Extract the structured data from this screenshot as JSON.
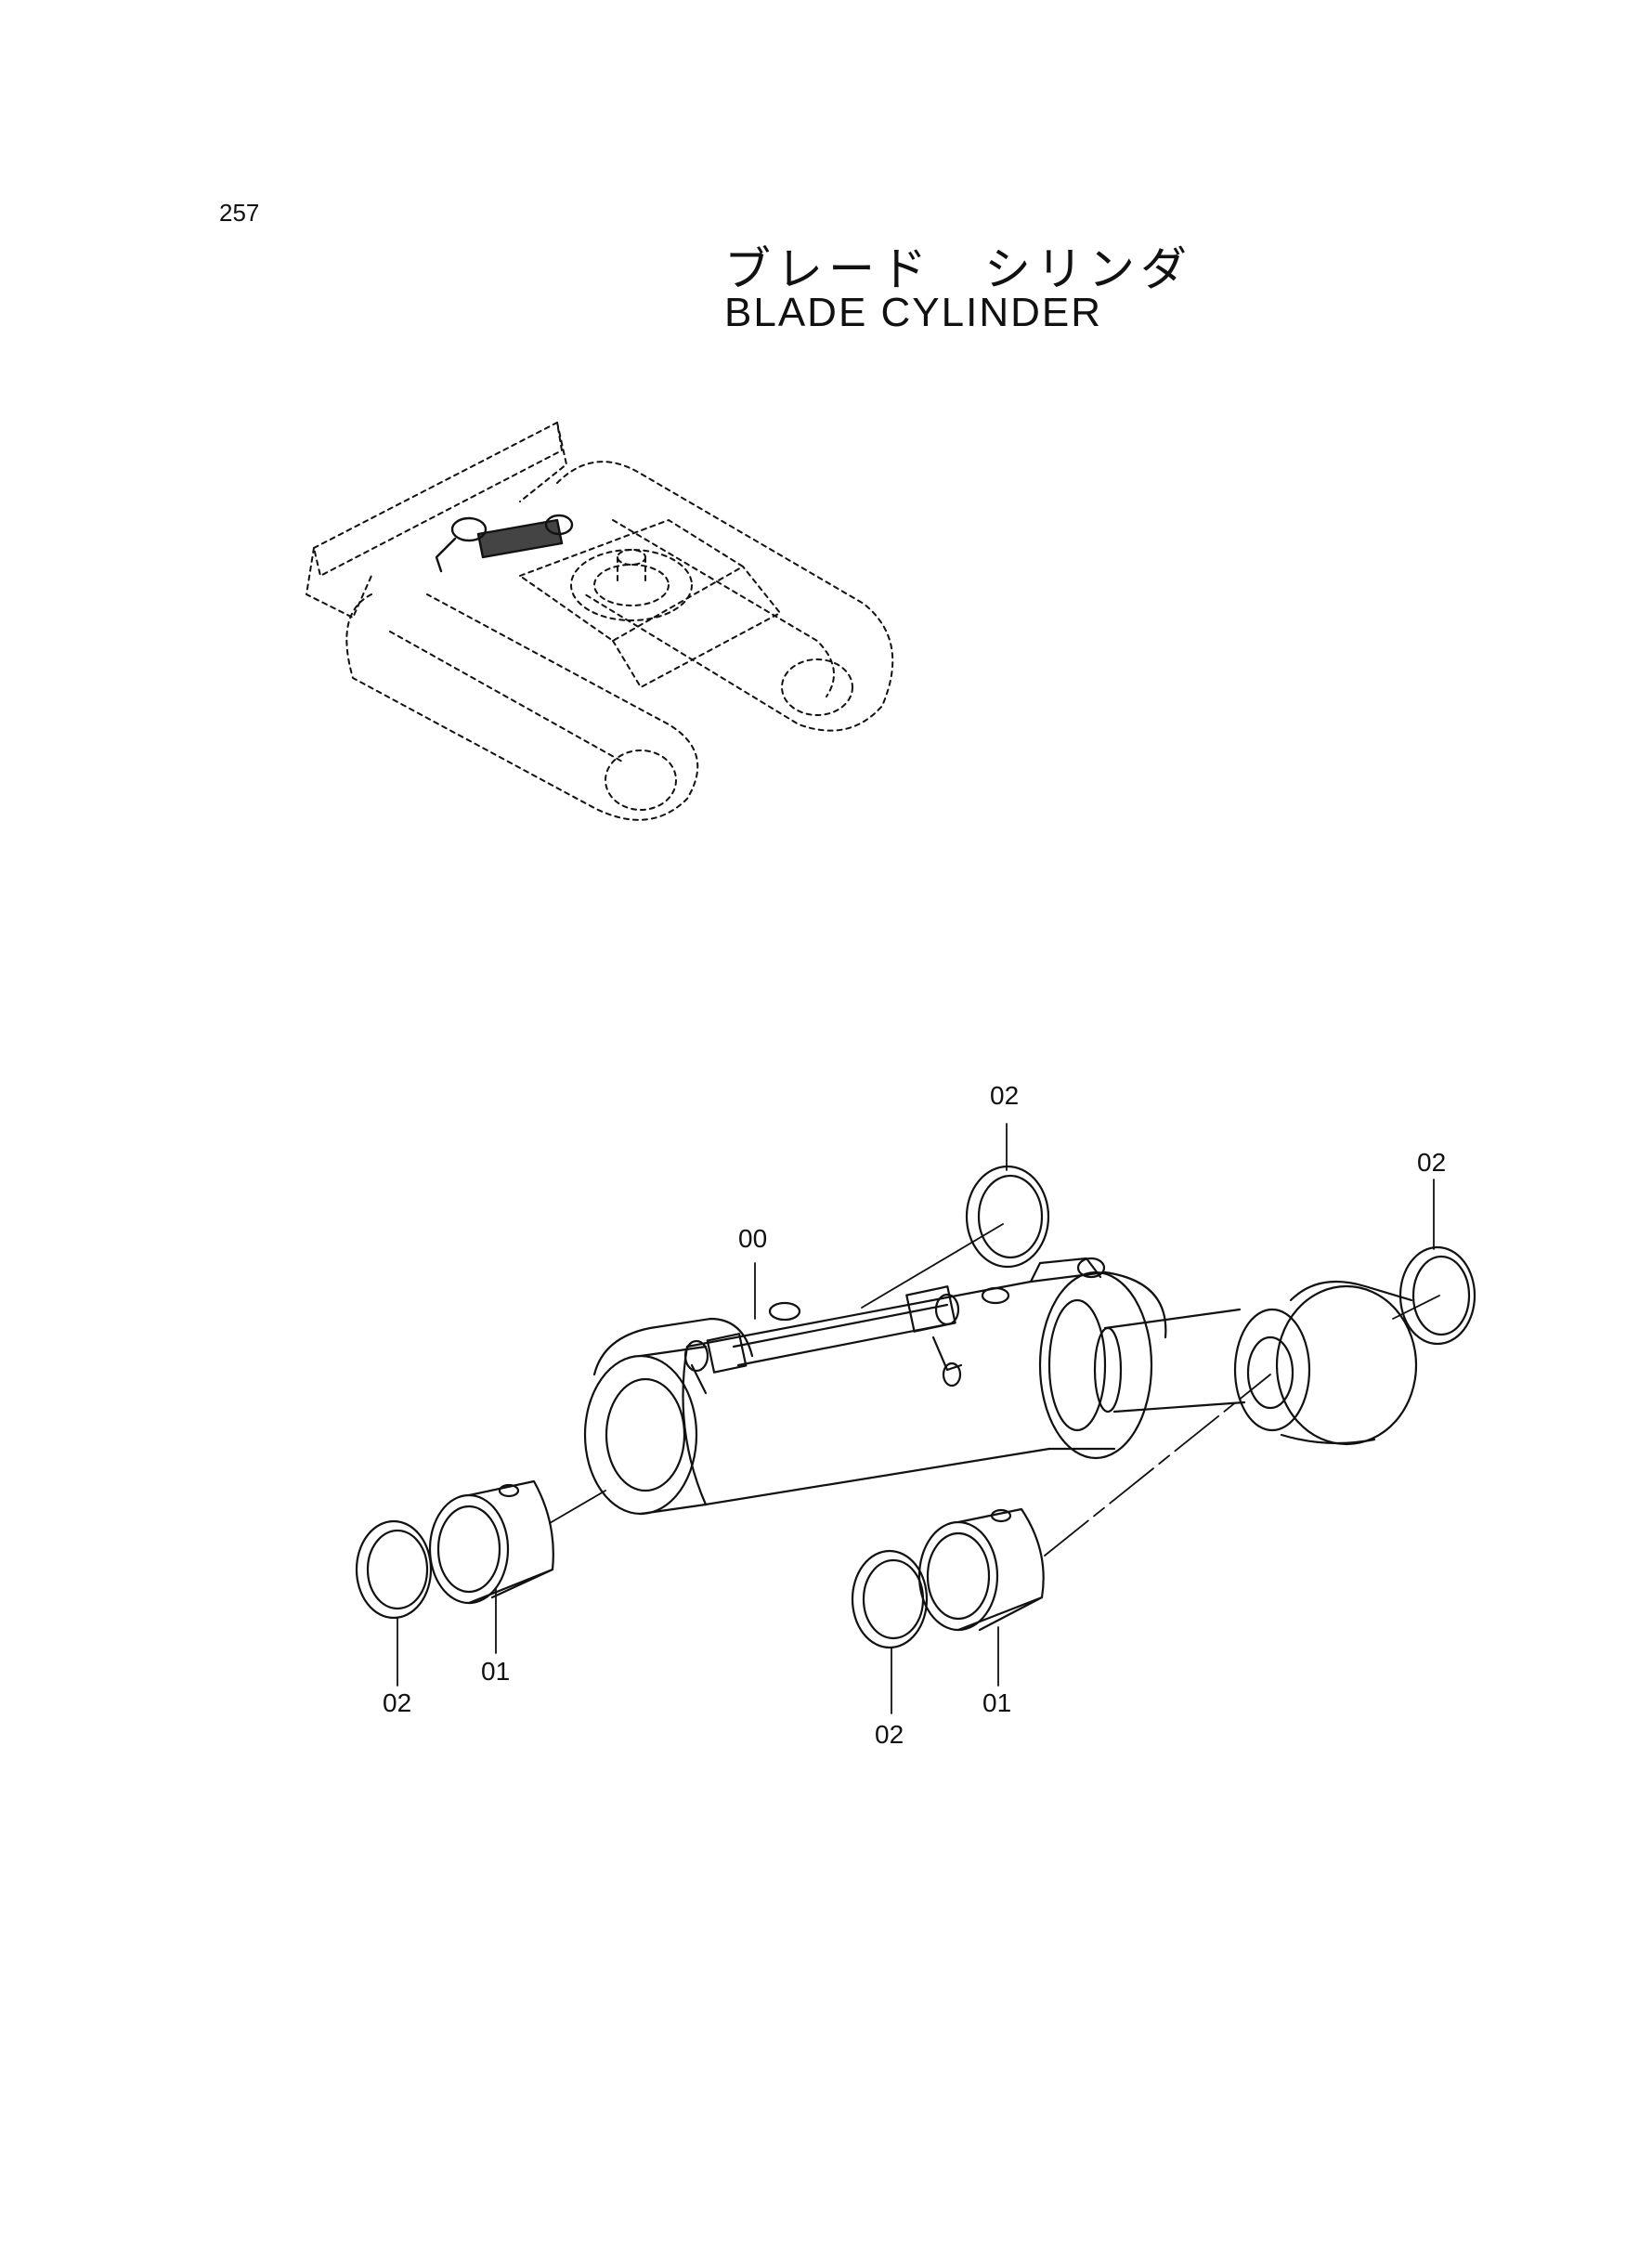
{
  "page_number": "257",
  "title_jp": "ブレード　シリンダ",
  "title_en": "BLADE  CYLINDER",
  "callouts": {
    "top_ring": "02",
    "right_ring": "02",
    "cylinder": "00",
    "left_bushing": "01",
    "left_ring": "02",
    "right_bushing": "01",
    "bottom_ring": "02"
  }
}
